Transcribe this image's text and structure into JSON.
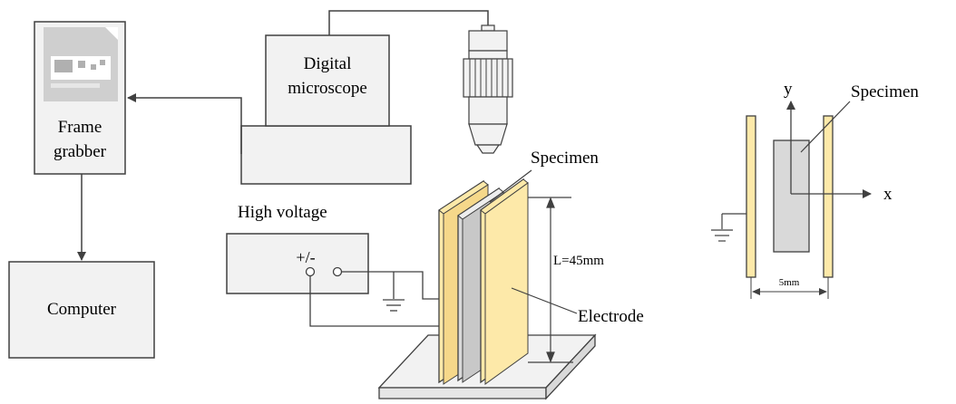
{
  "labels": {
    "frame_grabber_line1": "Frame",
    "frame_grabber_line2": "grabber",
    "digital_microscope_line1": "Digital",
    "digital_microscope_line2": "microscope",
    "computer": "Computer",
    "high_voltage": "High voltage",
    "polarity": "+/-",
    "specimen_main": "Specimen",
    "length": "L=45mm",
    "electrode": "Electrode",
    "axis_y": "y",
    "axis_x": "x",
    "specimen_detail": "Specimen",
    "gap": "5mm"
  },
  "colors": {
    "box_fill": "#f2f2f2",
    "electrode_fill": "#fde9a9",
    "specimen_fill": "#d9d9d9",
    "stroke": "#404040"
  },
  "icons": {
    "frame_grabber": "pci-card-icon",
    "ground": "ground-icon",
    "microscope_camera": "camera-lens-icon"
  }
}
